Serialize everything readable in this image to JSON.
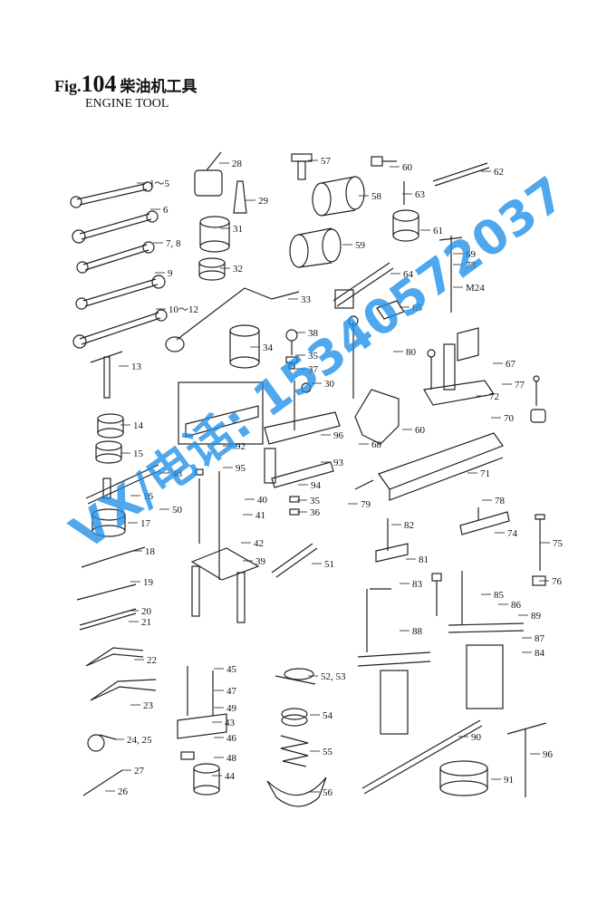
{
  "header": {
    "fig_prefix": "Fig.",
    "fig_number": "104",
    "title_cn": "柴油机工具",
    "subtitle": "ENGINE TOOL"
  },
  "watermark": {
    "text": "VX/电话: 15340572037",
    "color": "#1e8fe8"
  },
  "labels": [
    {
      "id": "1~5",
      "text": "1～5"
    },
    {
      "id": "6",
      "text": "6"
    },
    {
      "id": "7,8",
      "text": "7, 8"
    },
    {
      "id": "9",
      "text": "9"
    },
    {
      "id": "10~12",
      "text": "10～12"
    },
    {
      "id": "13",
      "text": "13"
    },
    {
      "id": "14",
      "text": "14"
    },
    {
      "id": "15",
      "text": "15"
    },
    {
      "id": "16",
      "text": "16"
    },
    {
      "id": "17",
      "text": "17"
    },
    {
      "id": "18",
      "text": "18"
    },
    {
      "id": "19",
      "text": "19"
    },
    {
      "id": "20",
      "text": "20"
    },
    {
      "id": "21",
      "text": "21"
    },
    {
      "id": "22",
      "text": "22"
    },
    {
      "id": "23",
      "text": "23"
    },
    {
      "id": "24,25",
      "text": "24, 25"
    },
    {
      "id": "26",
      "text": "26"
    },
    {
      "id": "27",
      "text": "27"
    },
    {
      "id": "28",
      "text": "28"
    },
    {
      "id": "29",
      "text": "29"
    },
    {
      "id": "30",
      "text": "30"
    },
    {
      "id": "31",
      "text": "31"
    },
    {
      "id": "32",
      "text": "32"
    },
    {
      "id": "33",
      "text": "33"
    },
    {
      "id": "34",
      "text": "34"
    },
    {
      "id": "35a",
      "text": "35"
    },
    {
      "id": "35b",
      "text": "35"
    },
    {
      "id": "36",
      "text": "36"
    },
    {
      "id": "37",
      "text": "37"
    },
    {
      "id": "38",
      "text": "38"
    },
    {
      "id": "39",
      "text": "39"
    },
    {
      "id": "40",
      "text": "40"
    },
    {
      "id": "41",
      "text": "41"
    },
    {
      "id": "42",
      "text": "42"
    },
    {
      "id": "43",
      "text": "43"
    },
    {
      "id": "44",
      "text": "44"
    },
    {
      "id": "45",
      "text": "45"
    },
    {
      "id": "46",
      "text": "46"
    },
    {
      "id": "47",
      "text": "47"
    },
    {
      "id": "48a",
      "text": "48"
    },
    {
      "id": "48b",
      "text": "48"
    },
    {
      "id": "49",
      "text": "49"
    },
    {
      "id": "50",
      "text": "50"
    },
    {
      "id": "51",
      "text": "51"
    },
    {
      "id": "52,53",
      "text": "52, 53"
    },
    {
      "id": "54",
      "text": "54"
    },
    {
      "id": "55",
      "text": "55"
    },
    {
      "id": "56",
      "text": "56"
    },
    {
      "id": "57",
      "text": "57"
    },
    {
      "id": "58",
      "text": "58"
    },
    {
      "id": "59",
      "text": "59"
    },
    {
      "id": "60a",
      "text": "60"
    },
    {
      "id": "60b",
      "text": "60"
    },
    {
      "id": "61",
      "text": "61"
    },
    {
      "id": "62",
      "text": "62"
    },
    {
      "id": "63",
      "text": "63"
    },
    {
      "id": "64",
      "text": "64"
    },
    {
      "id": "65",
      "text": "65"
    },
    {
      "id": "67",
      "text": "67"
    },
    {
      "id": "68",
      "text": "68"
    },
    {
      "id": "69",
      "text": "69"
    },
    {
      "id": "70",
      "text": "70"
    },
    {
      "id": "71",
      "text": "71"
    },
    {
      "id": "72",
      "text": "72"
    },
    {
      "id": "73",
      "text": "73"
    },
    {
      "id": "74",
      "text": "74"
    },
    {
      "id": "75",
      "text": "75"
    },
    {
      "id": "76",
      "text": "76"
    },
    {
      "id": "77",
      "text": "77"
    },
    {
      "id": "78",
      "text": "78"
    },
    {
      "id": "79",
      "text": "79"
    },
    {
      "id": "80",
      "text": "80"
    },
    {
      "id": "81",
      "text": "81"
    },
    {
      "id": "82",
      "text": "82"
    },
    {
      "id": "83",
      "text": "83"
    },
    {
      "id": "84",
      "text": "84"
    },
    {
      "id": "85",
      "text": "85"
    },
    {
      "id": "86",
      "text": "86"
    },
    {
      "id": "87",
      "text": "87"
    },
    {
      "id": "88",
      "text": "88"
    },
    {
      "id": "89",
      "text": "89"
    },
    {
      "id": "90",
      "text": "90"
    },
    {
      "id": "91",
      "text": "91"
    },
    {
      "id": "92",
      "text": "92"
    },
    {
      "id": "93",
      "text": "93"
    },
    {
      "id": "94",
      "text": "94"
    },
    {
      "id": "95",
      "text": "95"
    },
    {
      "id": "96a",
      "text": "96"
    },
    {
      "id": "96b",
      "text": "96"
    },
    {
      "id": "M24",
      "text": "M24"
    }
  ]
}
